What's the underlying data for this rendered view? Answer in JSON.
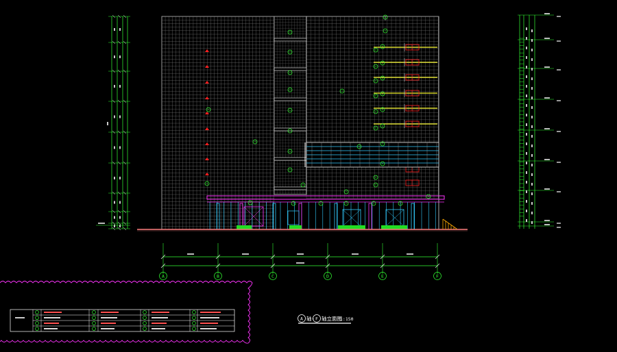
{
  "colors": {
    "background": "#000000",
    "building": "#d8d8d8",
    "dimension": "#33ff33",
    "accent_yellow": "#ffff33",
    "accent_red": "#ff2020",
    "accent_magenta": "#ff33ff",
    "accent_cyan": "#33ccff",
    "ground": "#ff8080"
  },
  "axes": [
    "A",
    "B",
    "C",
    "D",
    "E",
    "F"
  ],
  "drawing_title": {
    "start_axis": "A",
    "separator": "轴-",
    "end_axis": "F",
    "suffix": "轴立面图",
    "scale": "1:150"
  }
}
